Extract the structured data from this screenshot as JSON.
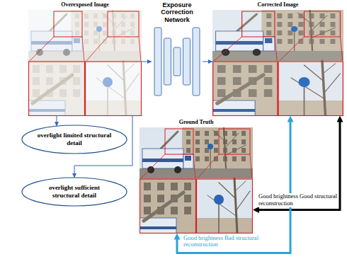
{
  "diagram": {
    "nodes": [
      {
        "text": [
          "Overexposed Image"
        ]
      },
      {
        "text": [
          "Exposure Correction Network"
        ]
      },
      {
        "text": [
          "Corrected Image"
        ]
      },
      {
        "text": [
          "Ground Truth"
        ]
      },
      {
        "text": [
          "overlight limited structural detail"
        ]
      },
      {
        "text": [
          "overlight sufficient structural detail"
        ]
      }
    ],
    "edges": [
      {
        "from": 0,
        "to": 1,
        "arrow": "to"
      },
      {
        "from": 1,
        "to": 2,
        "arrow": "to"
      },
      {
        "from": 0,
        "to": 4,
        "arrow": "to"
      },
      {
        "from": 0,
        "to": 5,
        "arrow": "to"
      },
      {
        "from": 2,
        "to": 3,
        "arrow": "both",
        "label": "Good brightness Good structural reconstruction"
      },
      {
        "from": 2,
        "to": 3,
        "arrow": "both",
        "label": "Good brightness Bad structural reconstruction"
      }
    ]
  }
}
